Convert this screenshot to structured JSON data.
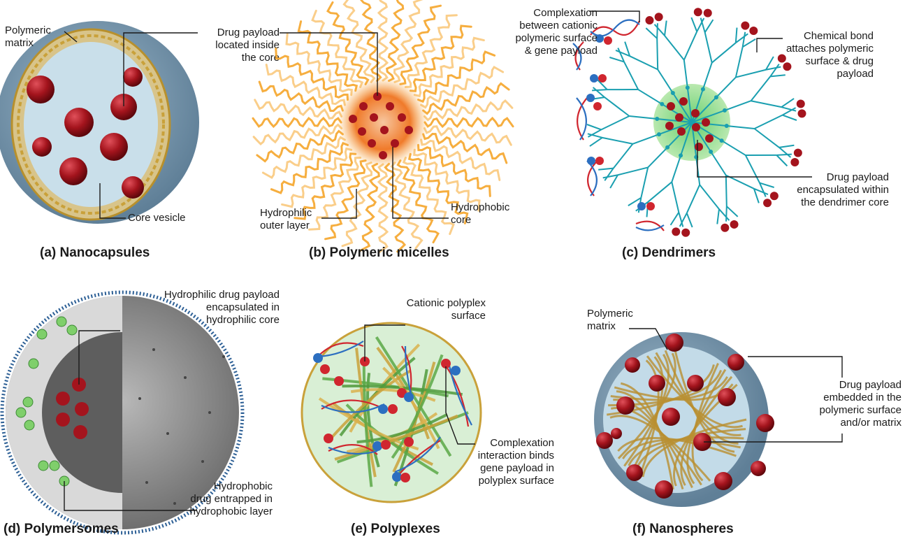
{
  "panels": {
    "a": {
      "caption": "(a) Nanocapsules",
      "labels": {
        "matrix": "Polymeric\nmatrix",
        "payload": "Drug payload\nlocated inside\nthe core",
        "core": "Core vesicle"
      }
    },
    "b": {
      "caption": "(b) Polymeric micelles",
      "labels": {
        "outer": "Hydrophilic\nouter layer",
        "core": "Hydrophobic\ncore"
      }
    },
    "c": {
      "caption": "(c) Dendrimers",
      "labels": {
        "complexation": "Complexation\nbetween cationic\npolymeric surface\n& gene payload",
        "bond": "Chemical bond\nattaches polymeric\nsurface & drug\npayload",
        "payload": "Drug payload\nencapsulated within\nthe dendrimer core"
      }
    },
    "d": {
      "caption": "(d) Polymersomes",
      "labels": {
        "hydrophilic": "Hydrophilic drug payload\nencapsulated in\nhydrophilic core",
        "hydrophobic": "Hydrophobic\ndrug entrapped in\nhydrophobic layer"
      }
    },
    "e": {
      "caption": "(e) Polyplexes",
      "labels": {
        "surface": "Cationic polyplex\nsurface",
        "interaction": "Complexation\ninteraction binds\ngene payload in\npolyplex surface"
      }
    },
    "f": {
      "caption": "(f) Nanospheres",
      "labels": {
        "matrix": "Polymeric\nmatrix",
        "payload": "Drug payload\nembedded in the\npolymeric surface\nand/or matrix"
      }
    }
  },
  "colors": {
    "drug_red": "#a4141d",
    "shell_blue": "#7e9fb6",
    "core_blue": "#cfe3ee",
    "polymer_gold": "#c9a13a",
    "micelle_orange": "#f5a52a",
    "dendrimer_teal": "#1a9fb0",
    "dendrimer_core_green": "#7ed37a",
    "polyplex_green": "#5aa846",
    "dna_red": "#d0262f",
    "dna_blue": "#2c6fc0",
    "payload_green": "#7fcf6b",
    "polymersome_grey": "#8b8b8b"
  }
}
